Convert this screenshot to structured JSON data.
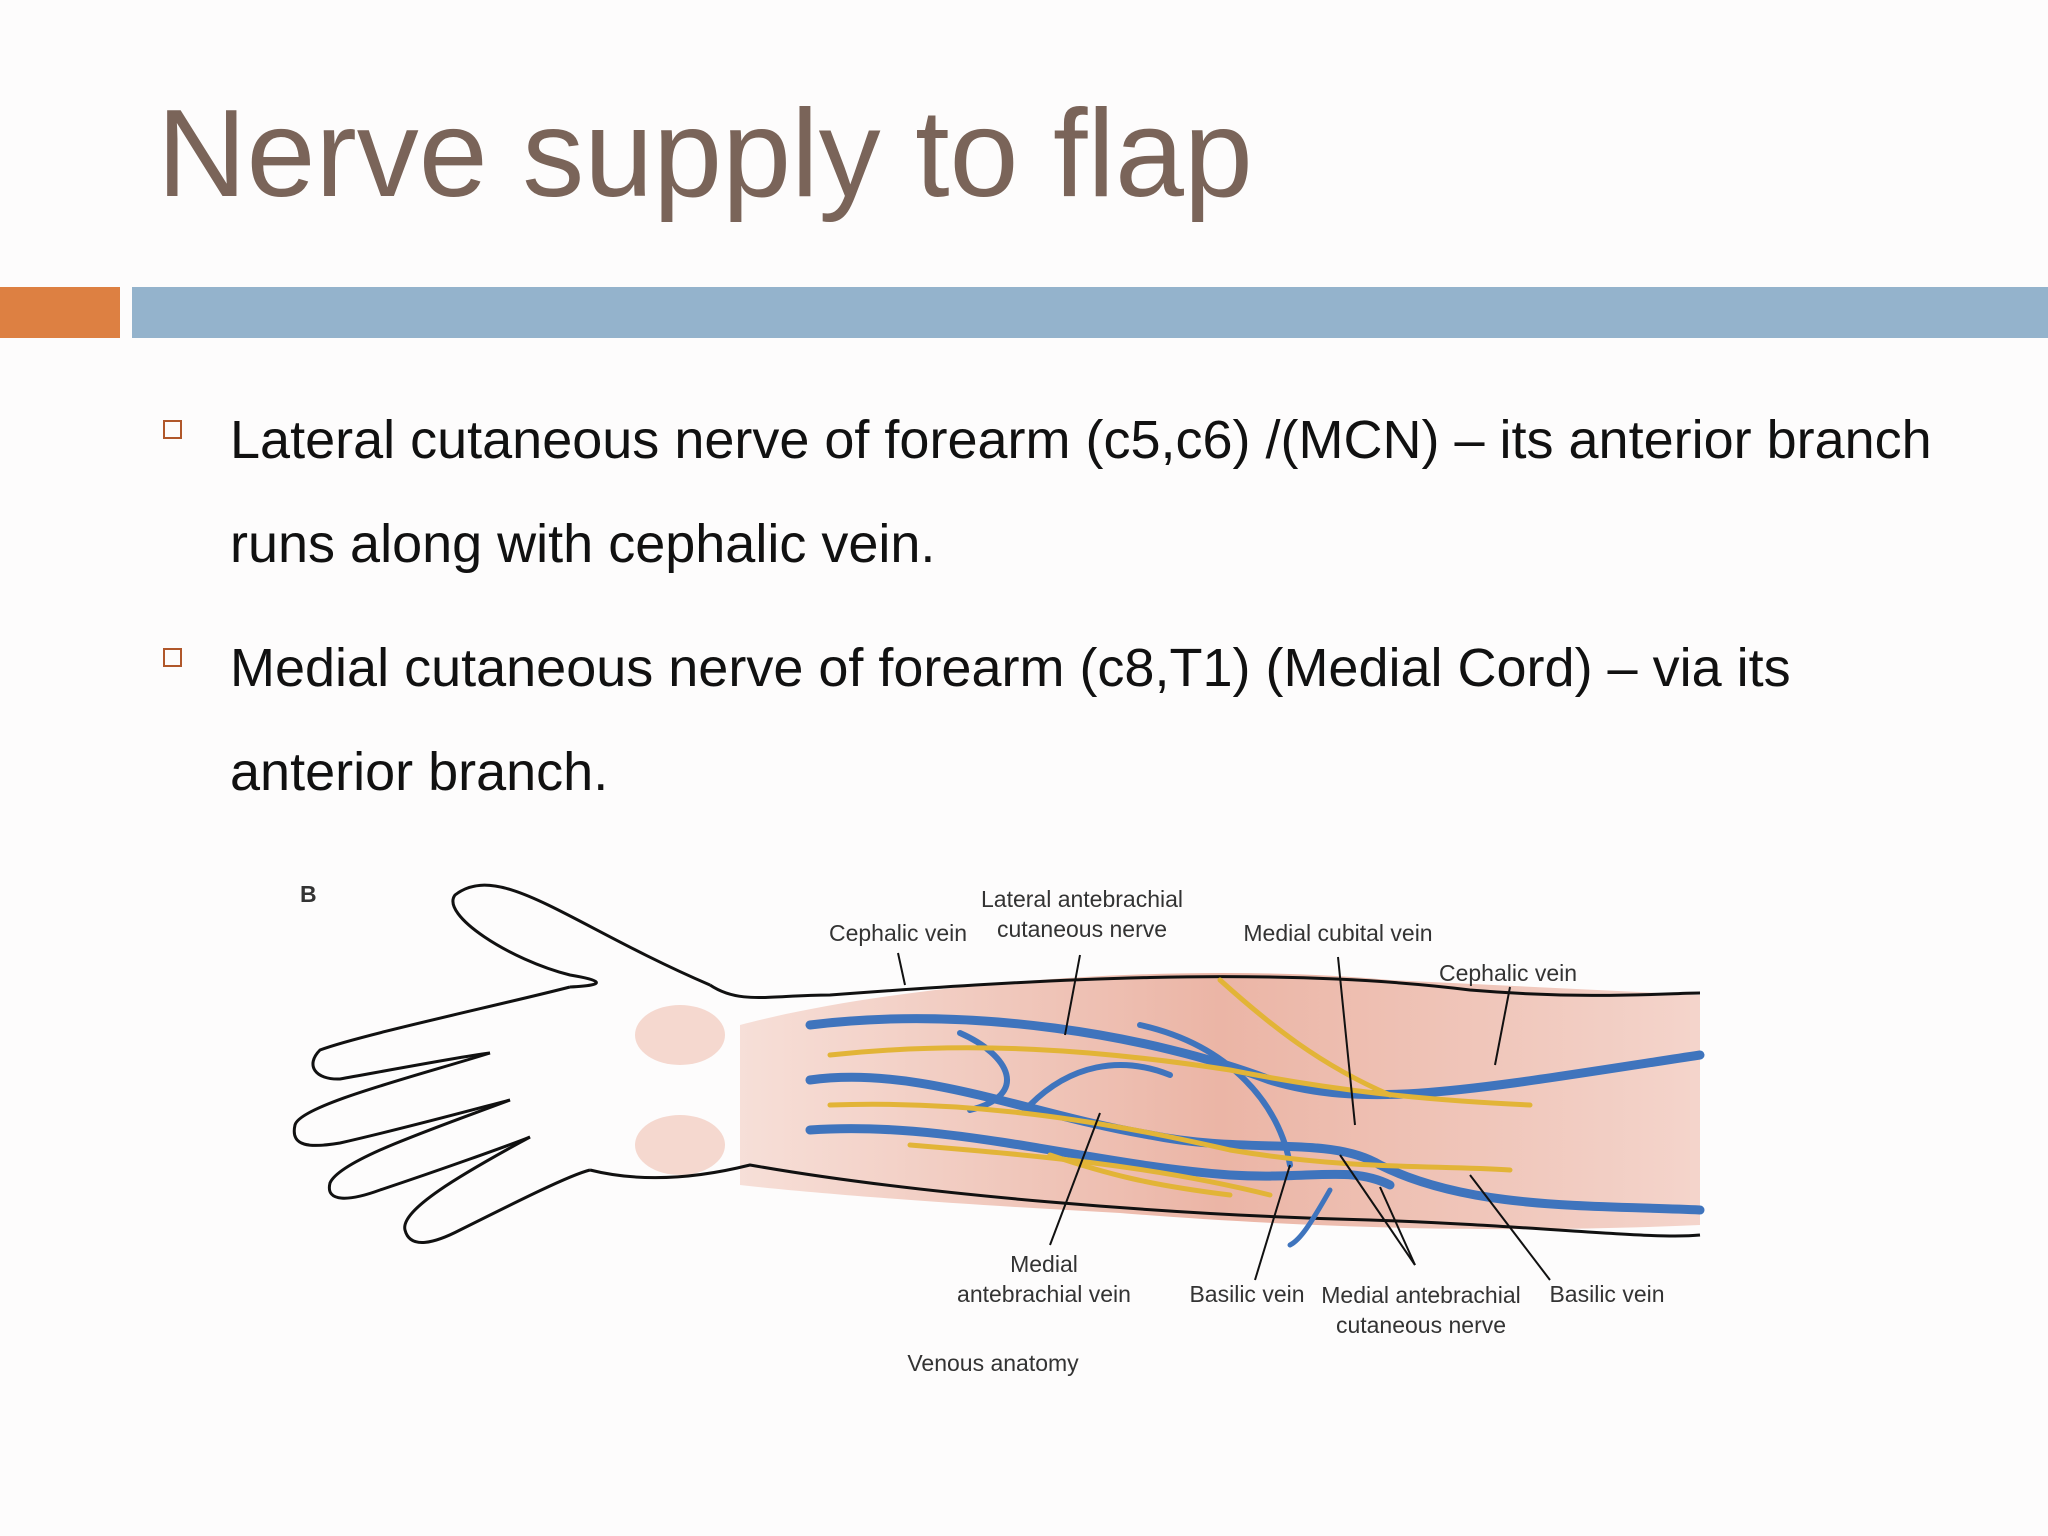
{
  "slide": {
    "title": "Nerve supply to flap",
    "bullets": [
      "Lateral cutaneous nerve of forearm (c5,c6) /(MCN) – its anterior branch runs along with cephalic vein.",
      "Medial cutaneous nerve of forearm (c8,T1) (Medial Cord) – via its anterior branch."
    ]
  },
  "figure": {
    "panel_letter": "B",
    "labels": {
      "cephalic_vein_top": "Cephalic vein",
      "lateral_antebrachial_1": "Lateral antebrachial",
      "lateral_antebrachial_2": "cutaneous nerve",
      "medial_cubital_vein": "Medial cubital vein",
      "cephalic_vein_right": "Cephalic vein",
      "medial_antebrachial_vein_1": "Medial",
      "medial_antebrachial_vein_2": "antebrachial vein",
      "basilic_vein_1": "Basilic vein",
      "medial_antebrachial_nerve_1": "Medial antebrachial",
      "medial_antebrachial_nerve_2": "cutaneous nerve",
      "basilic_vein_2": "Basilic vein",
      "caption": "Venous anatomy"
    }
  },
  "colors": {
    "title": "#7a6459",
    "accent_orange": "#dd8042",
    "accent_blue": "#94b3cc",
    "vein": "#3f74bd",
    "nerve": "#e2b437",
    "muscle": "#eab3a3"
  }
}
